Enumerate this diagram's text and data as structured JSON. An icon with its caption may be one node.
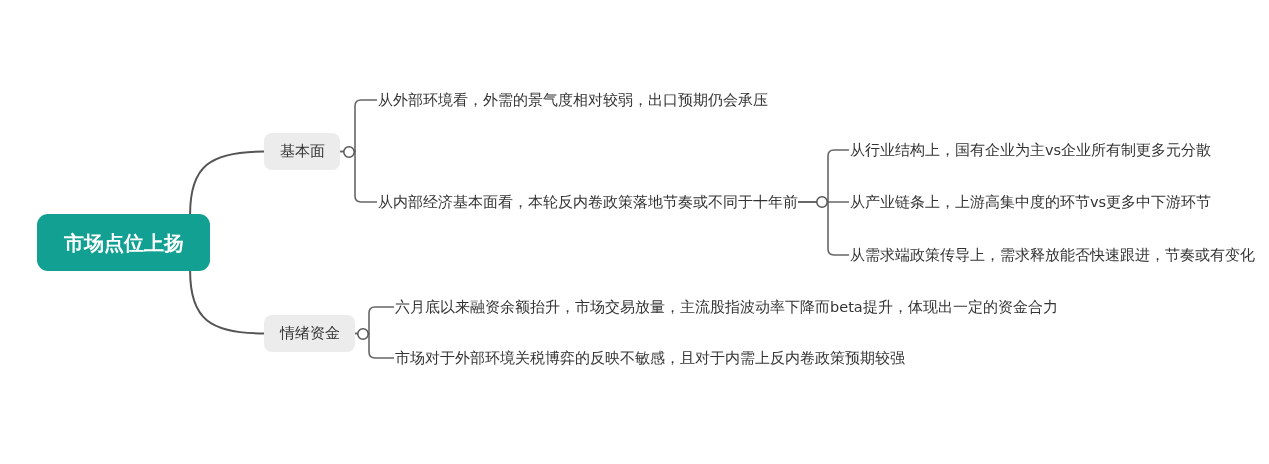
{
  "diagram": {
    "nodes": [
      {
        "text": [
          "市场点位上扬"
        ]
      },
      {
        "text": [
          "基本面"
        ]
      },
      {
        "text": [
          "情绪资金"
        ]
      },
      {
        "text": [
          "从外部环境看，外需的景气度相对较弱，出口预期仍会承压"
        ]
      },
      {
        "text": [
          "从内部经济基本面看，本轮反内卷政策落地节奏或不同于十年前"
        ]
      },
      {
        "text": [
          "从行业结构上，国有企业为主vs企业所有制更多元分散"
        ]
      },
      {
        "text": [
          "从产业链条上，上游高集中度的环节vs更多中下游环节"
        ]
      },
      {
        "text": [
          "从需求端政策传导上，需求释放能否快速跟进，节奏或有变化"
        ]
      },
      {
        "text": [
          "六月底以来融资余额抬升，市场交易放量，主流股指波动率下降而beta提升，体现出一定的资金合力"
        ]
      },
      {
        "text": [
          "市场对于外部环境关税博弈的反映不敏感，且对于内需上反内卷政策预期较强"
        ]
      }
    ],
    "edges": [
      {
        "from": 0,
        "to": 1,
        "arrow": "none"
      },
      {
        "from": 0,
        "to": 2,
        "arrow": "none"
      },
      {
        "from": 1,
        "to": 3,
        "arrow": "none"
      },
      {
        "from": 1,
        "to": 4,
        "arrow": "none"
      },
      {
        "from": 4,
        "to": 5,
        "arrow": "none"
      },
      {
        "from": 4,
        "to": 6,
        "arrow": "none"
      },
      {
        "from": 4,
        "to": 7,
        "arrow": "none"
      },
      {
        "from": 2,
        "to": 8,
        "arrow": "none"
      },
      {
        "from": 2,
        "to": 9,
        "arrow": "none"
      }
    ]
  }
}
